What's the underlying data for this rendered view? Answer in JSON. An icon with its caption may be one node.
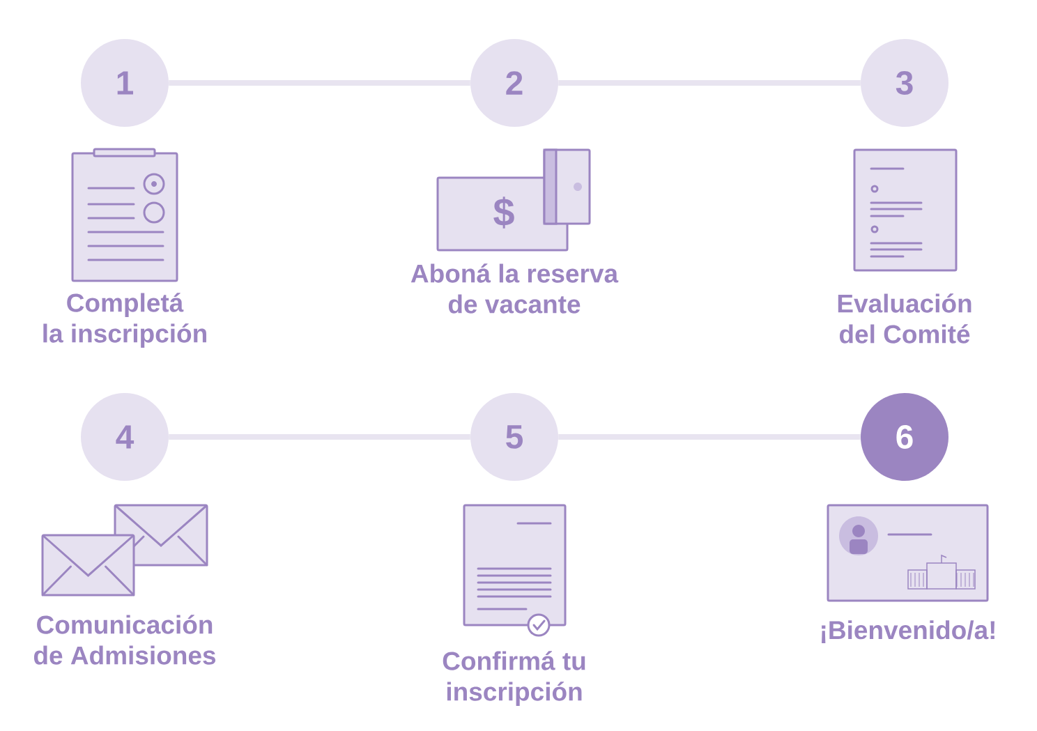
{
  "diagram": {
    "nodes": [
      {
        "text": [
          "1"
        ]
      },
      {
        "text": [
          "2"
        ]
      },
      {
        "text": [
          "3"
        ]
      },
      {
        "text": [
          "4"
        ]
      },
      {
        "text": [
          "5"
        ]
      },
      {
        "text": [
          "6"
        ]
      }
    ],
    "edges": [
      {
        "from": 0,
        "to": 1,
        "arrow": "none"
      },
      {
        "from": 1,
        "to": 2,
        "arrow": "none"
      },
      {
        "from": 3,
        "to": 4,
        "arrow": "none"
      },
      {
        "from": 4,
        "to": 5,
        "arrow": "none"
      }
    ],
    "labels": [
      "$",
      "Completá la inscripción",
      "Aboná la reserva de vacante",
      "Evaluación del Comité",
      "Comunicación de Admisiones",
      "Confirmá tu inscripción",
      "¡Bienvenido/a!"
    ]
  }
}
